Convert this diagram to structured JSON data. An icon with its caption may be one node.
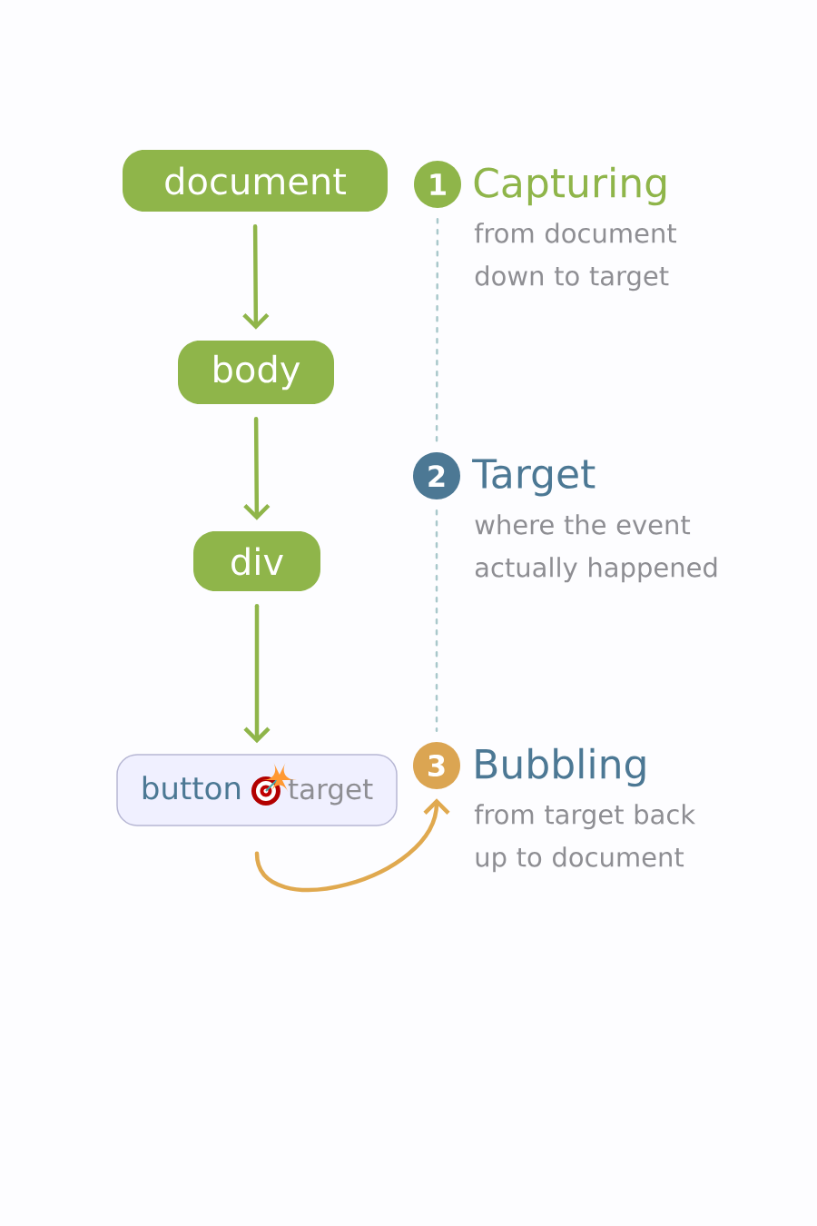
{
  "diagram": {
    "nodes": [
      {
        "text": [
          "document"
        ]
      },
      {
        "text": [
          "body"
        ]
      },
      {
        "text": [
          "div"
        ]
      },
      {
        "text": [
          "button",
          "target"
        ]
      },
      {
        "text": [
          "1"
        ],
        "beside": [
          "Capturing",
          "from document down to target"
        ]
      },
      {
        "text": [
          "2"
        ],
        "beside": [
          "Target",
          "where the event actually happened"
        ]
      },
      {
        "text": [
          "3"
        ],
        "beside": [
          "Bubbling",
          "from target back up to document"
        ]
      }
    ],
    "edges": [
      {
        "from": 0,
        "to": 1,
        "arrow": "to"
      },
      {
        "from": 1,
        "to": 2,
        "arrow": "to"
      },
      {
        "from": 2,
        "to": 3,
        "arrow": "to"
      },
      {
        "from": 4,
        "to": 5,
        "arrow": "none",
        "style": "dashed",
        "color": "#a9c8cb"
      },
      {
        "from": 5,
        "to": 6,
        "arrow": "none",
        "style": "dashed",
        "color": "#a9c8cb"
      },
      {
        "from": 3,
        "to": 6,
        "arrow": "to",
        "color": "#e0a94f"
      }
    ]
  }
}
